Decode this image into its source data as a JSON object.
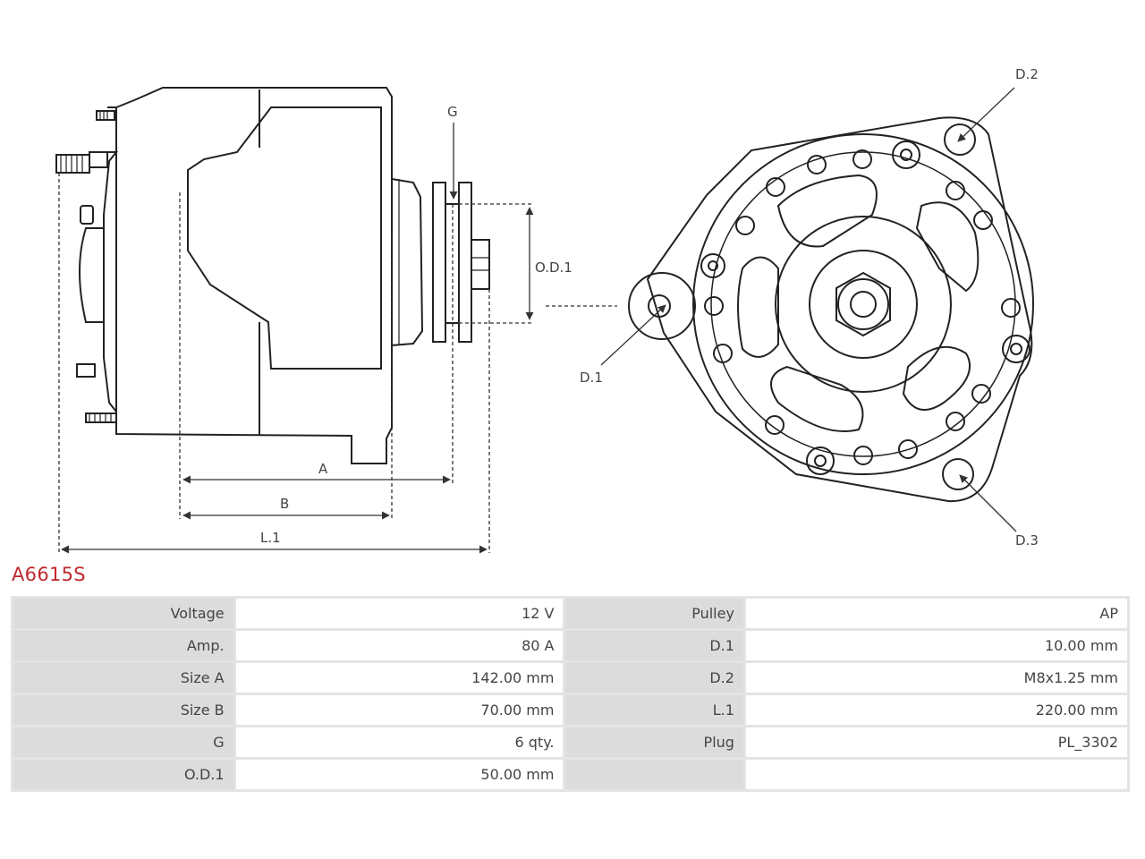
{
  "product_code": "A6615S",
  "diagram": {
    "side_view": {
      "labels": {
        "g": "G",
        "od1": "O.D.1",
        "a": "A",
        "b": "B",
        "l1": "L.1"
      }
    },
    "front_view": {
      "labels": {
        "d1": "D.1",
        "d2": "D.2",
        "d3": "D.3"
      }
    }
  },
  "specs": {
    "rows": [
      {
        "k1": "Voltage",
        "v1": "12 V",
        "k2": "Pulley",
        "v2": "AP"
      },
      {
        "k1": "Amp.",
        "v1": "80 A",
        "k2": "D.1",
        "v2": "10.00 mm"
      },
      {
        "k1": "Size A",
        "v1": "142.00 mm",
        "k2": "D.2",
        "v2": "M8x1.25 mm"
      },
      {
        "k1": "Size B",
        "v1": "70.00 mm",
        "k2": "L.1",
        "v2": "220.00 mm"
      },
      {
        "k1": "G",
        "v1": "6 qty.",
        "k2": "Plug",
        "v2": "PL_3302"
      },
      {
        "k1": "O.D.1",
        "v1": "50.00 mm",
        "k2": "",
        "v2": ""
      }
    ]
  }
}
